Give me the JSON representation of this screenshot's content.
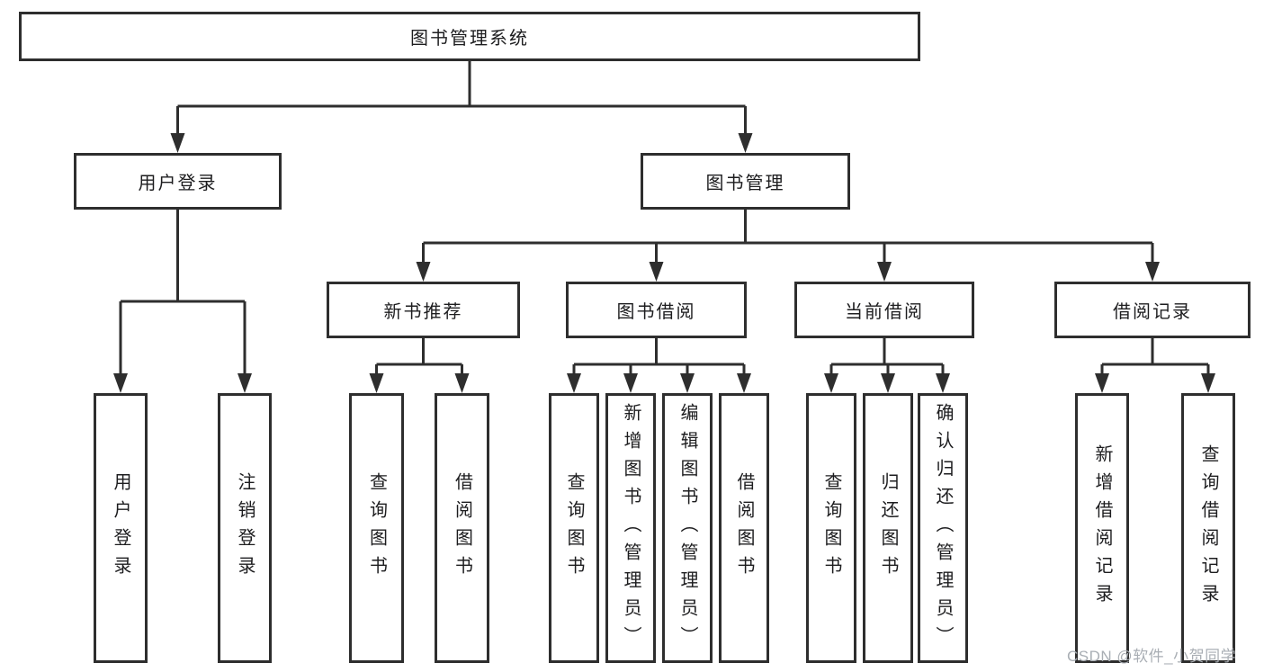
{
  "tree": {
    "root": {
      "label": "图书管理系统"
    },
    "branches": [
      {
        "label": "用户登录",
        "children": [
          {
            "label": "用户登录"
          },
          {
            "label": "注销登录"
          }
        ]
      },
      {
        "label": "图书管理",
        "groups": [
          {
            "label": "新书推荐",
            "children": [
              {
                "label": "查询图书"
              },
              {
                "label": "借阅图书"
              }
            ]
          },
          {
            "label": "图书借阅",
            "children": [
              {
                "label": "查询图书"
              },
              {
                "label": "新增图书（管理员）"
              },
              {
                "label": "编辑图书（管理员）"
              },
              {
                "label": "借阅图书"
              }
            ]
          },
          {
            "label": "当前借阅",
            "children": [
              {
                "label": "查询图书"
              },
              {
                "label": "归还图书"
              },
              {
                "label": "确认归还（管理员）"
              }
            ]
          },
          {
            "label": "借阅记录",
            "children": [
              {
                "label": "新增借阅记录"
              },
              {
                "label": "查询借阅记录"
              }
            ]
          }
        ]
      }
    ]
  },
  "watermark": "CSDN @软件_小贺同学",
  "style_colors": {
    "line": "#2e2e2e",
    "text": "#1d1d1f",
    "watermark": "#a9aeb4",
    "background": "#ffffff"
  }
}
